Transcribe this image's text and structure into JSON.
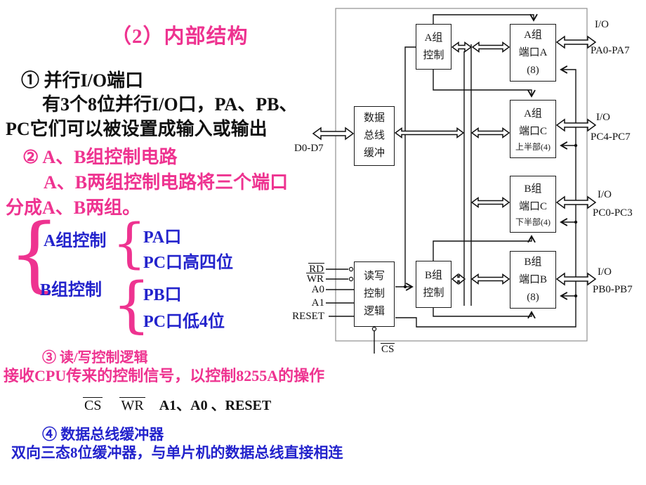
{
  "slide": {
    "title": "（2）内部结构",
    "sec1_heading": "① 并行I/O端口",
    "sec1_line1": "有3个8位并行I/O口，PA、PB、",
    "sec1_line2": "PC它们可以被设置成输入或输出",
    "sec2_heading": "② A、B组控制电路",
    "sec2_line1": "A、B两组控制电路将三个端口",
    "sec2_line2": "分成A、B两组。",
    "brace": "{",
    "group_a_label": "A组控制",
    "group_a_item1": "PA口",
    "group_a_item2": "PC口高四位",
    "group_b_label": "B组控制",
    "group_b_item1": "PB口",
    "group_b_item2": "PC口低4位",
    "sec3_heading": "③ 读/写控制逻辑",
    "sec3_line1": "接收CPU传来的控制信号，以控制8255A的操作",
    "sec3_cs": "CS",
    "sec3_wr": "WR",
    "sec3_rest": "A1、A0 、RESET",
    "sec4_heading": "④ 数据总线缓冲器",
    "sec4_line1": "双向三态8位缓冲器，与单片机的数据总线直接相连"
  },
  "diagram": {
    "buffer": {
      "l1": "数据",
      "l2": "总线",
      "l3": "缓冲"
    },
    "group_a": {
      "l1": "A组",
      "l2": "控制"
    },
    "port_a": {
      "l1": "A组",
      "l2": "端口A",
      "l3": "(8)"
    },
    "port_c_hi": {
      "l1": "A组",
      "l2": "端口C",
      "l3": "上半部(4)"
    },
    "port_c_lo": {
      "l1": "B组",
      "l2": "端口C",
      "l3": "下半部(4)"
    },
    "port_b": {
      "l1": "B组",
      "l2": "端口B",
      "l3": "(8)"
    },
    "group_b": {
      "l1": "B组",
      "l2": "控制"
    },
    "rw": {
      "l1": "读写",
      "l2": "控制",
      "l3": "逻辑"
    },
    "d_bus": "D0-D7",
    "io_pa": {
      "io": "I/O",
      "range": "PA0-PA7"
    },
    "io_pc_hi": {
      "io": "I/O",
      "range": "PC4-PC7"
    },
    "io_pc_lo": {
      "io": "I/O",
      "range": "PC0-PC3"
    },
    "io_pb": {
      "io": "I/O",
      "range": "PB0-PB7"
    },
    "sig_rd": "RD",
    "sig_wr": "WR",
    "sig_a0": "A0",
    "sig_a1": "A1",
    "sig_reset": "RESET",
    "sig_cs": "CS"
  },
  "colors": {
    "pink": "#ee3390",
    "blue": "#2323cc",
    "ink": "#111111",
    "frame": "#909090"
  }
}
